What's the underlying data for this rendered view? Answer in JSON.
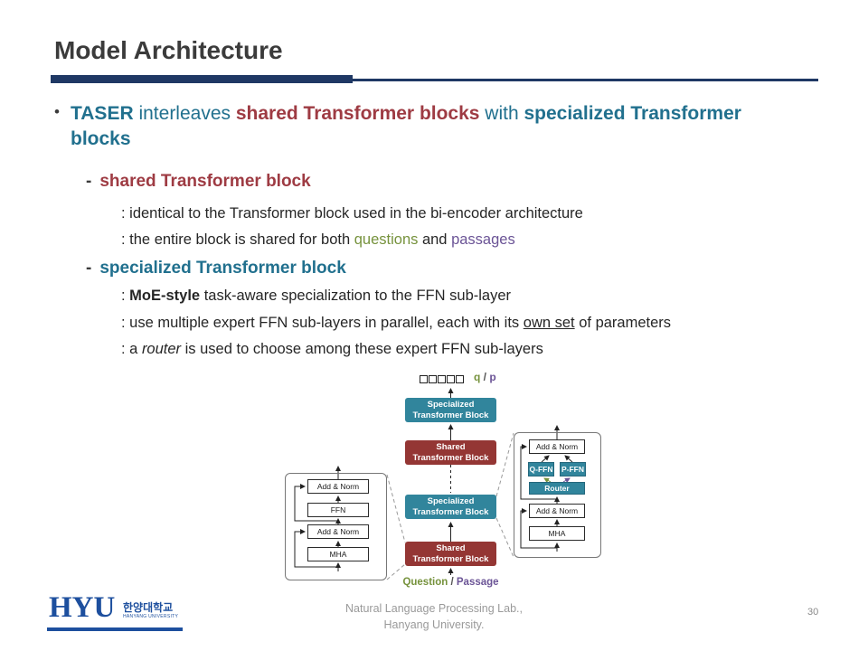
{
  "slide": {
    "title": "Model Architecture",
    "page_number": "30"
  },
  "footer": {
    "line1": "Natural Language Processing Lab.,",
    "line2": "Hanyang University."
  },
  "marks": {
    "bullet": "•",
    "dash": "-"
  },
  "colors": {
    "teal-text": "#21708E",
    "teal-box": "#31859C",
    "maroon-text": "#9E3B43",
    "maroon-box": "#943634",
    "green": "#76923C",
    "purple": "#6B5496",
    "navy": "#1F3864",
    "logo-blue": "#1D4F9E"
  },
  "bullet": {
    "taser": "TASER",
    "interleaves": " interleaves ",
    "shared": "shared Transformer blocks",
    "with": " with ",
    "specialized": "specialized Transformer blocks"
  },
  "sub_shared": {
    "heading": "shared Transformer block",
    "line1": ": identical to the Transformer block used in the bi-encoder architecture",
    "line2a": ": the entire block is shared for both ",
    "line2b": "questions",
    "line2c": " and ",
    "line2d": "passages"
  },
  "sub_spec": {
    "heading": "specialized Transformer block",
    "line1a": ": ",
    "line1b": "MoE-style",
    "line1c": " task-aware specialization to the FFN sub-layer",
    "line2a": ": use multiple expert FFN sub-layers in parallel, each with its ",
    "line2b": "own set",
    "line2c": " of parameters",
    "line3a": ": a ",
    "line3b": "router",
    "line3c": " is used to choose among these expert FFN sub-layers"
  },
  "diagram": {
    "qp": {
      "q": "q",
      "sep": " / ",
      "p": "p"
    },
    "blocks": {
      "specialized_l1": "Specialized",
      "specialized_l2": "Transformer Block",
      "shared_l1": "Shared",
      "shared_l2": "Transformer Block"
    },
    "io": {
      "question": "Question",
      "sep": " / ",
      "passage": "Passage"
    },
    "detail": {
      "add_norm": "Add & Norm",
      "ffn": "FFN",
      "mha": "MHA",
      "q_ffn": "Q-FFN",
      "p_ffn": "P-FFN",
      "router": "Router"
    }
  },
  "logo": {
    "hyu": "HYU",
    "korean": "한양대학교",
    "english": "HANYANG UNIVERSITY"
  }
}
